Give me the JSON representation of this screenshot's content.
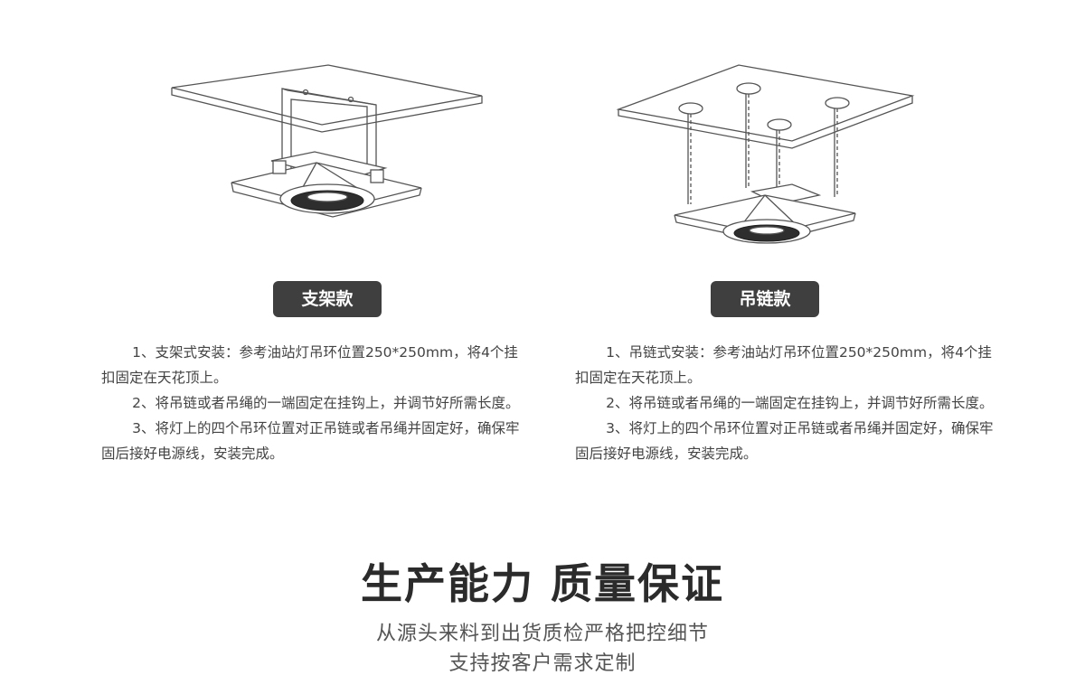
{
  "left": {
    "badge": "支架款",
    "paragraphs": [
      "1、支架式安装：参考油站灯吊环位置250*250mm，将4个挂扣固定在天花顶上。",
      "2、将吊链或者吊绳的一端固定在挂钩上，并调节好所需长度。",
      "3、将灯上的四个吊环位置对正吊链或者吊绳并固定好，确保牢固后接好电源线，安装完成。"
    ]
  },
  "right": {
    "badge": "吊链款",
    "paragraphs": [
      "1、吊链式安装：参考油站灯吊环位置250*250mm，将4个挂扣固定在天花顶上。",
      "2、将吊链或者吊绳的一端固定在挂钩上，并调节好所需长度。",
      "3、将灯上的四个吊环位置对正吊链或者吊绳并固定好，确保牢固后接好电源线，安装完成。"
    ]
  },
  "headline": "生产能力 质量保证",
  "subline1": "从源头来料到出货质检严格把控细节",
  "subline2": "支持按客户需求定制"
}
